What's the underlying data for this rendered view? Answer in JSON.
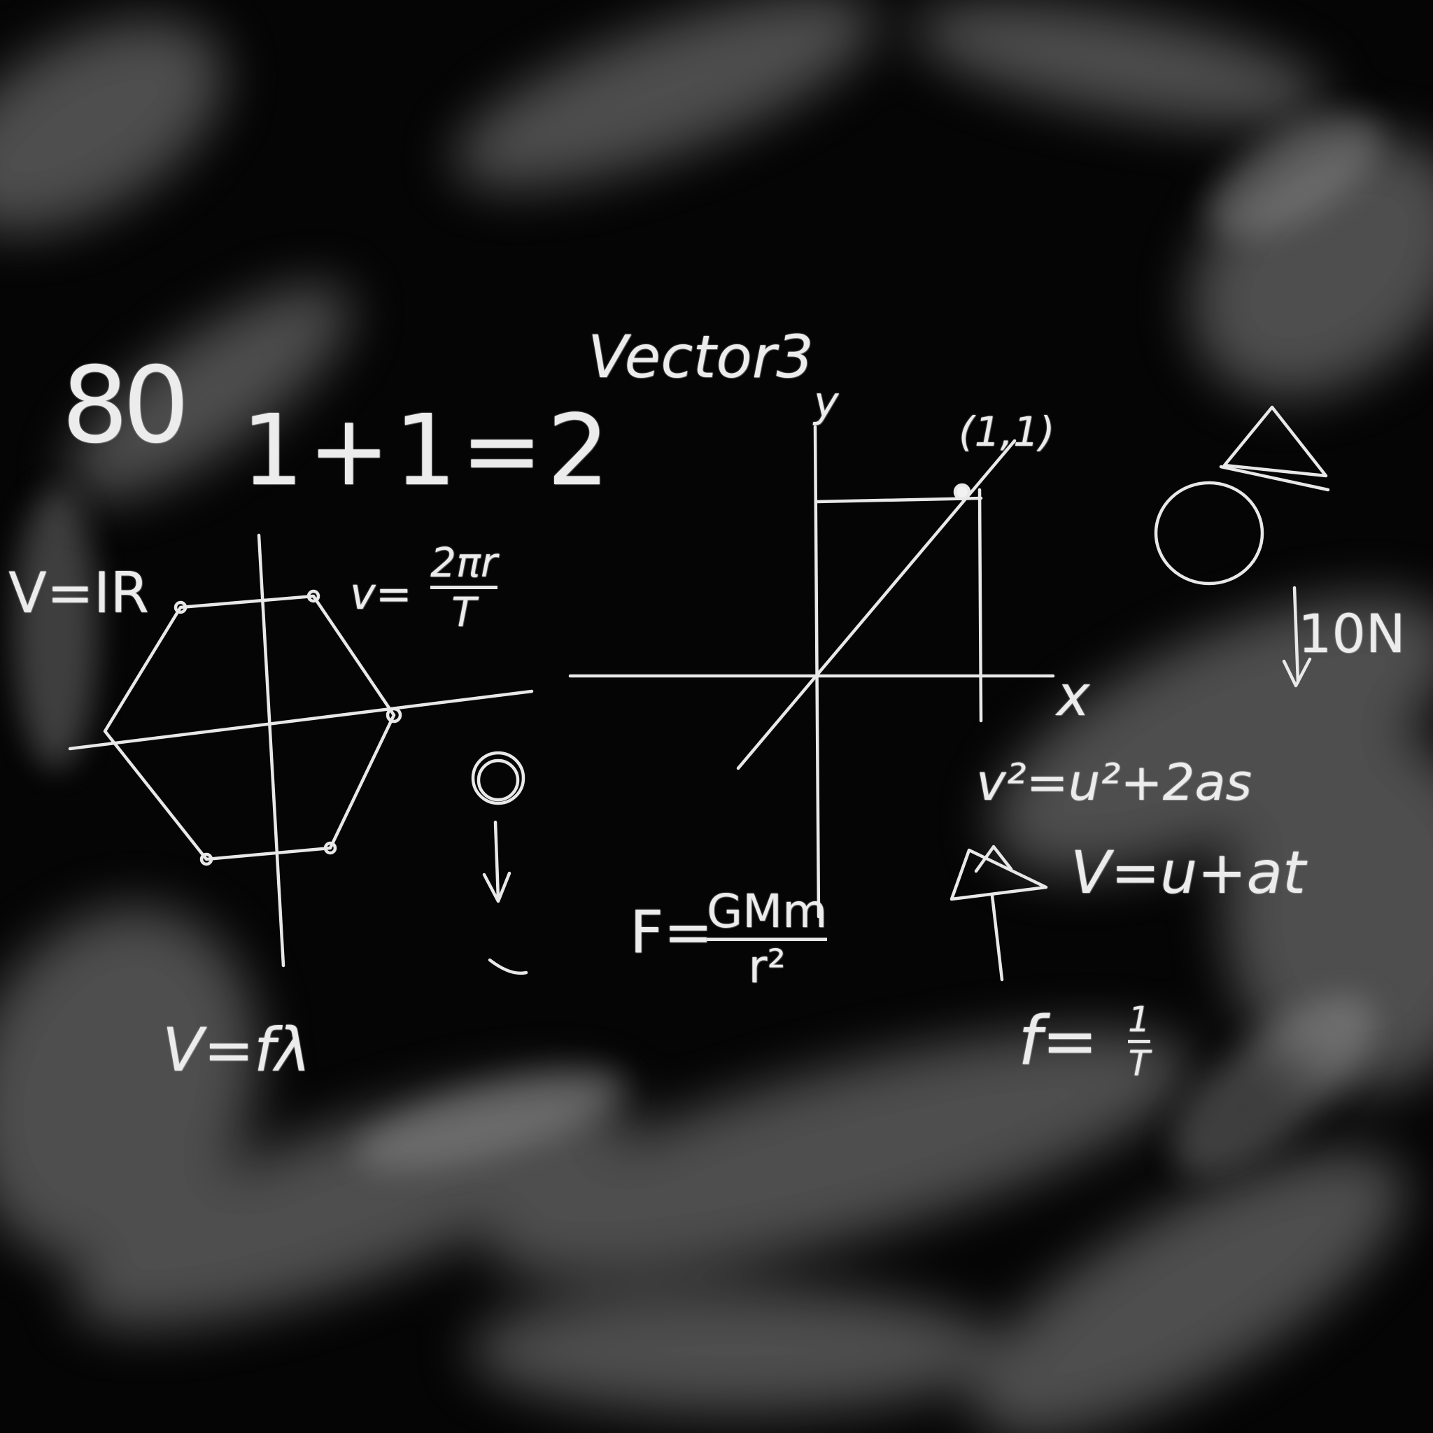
{
  "board": {
    "colors": {
      "background": "#050505",
      "chalk": "#ececec",
      "smudge": "#8a8a8a"
    },
    "num_80": "80",
    "eq_1plus1": "1+1=2",
    "vector_label": "Vector3",
    "y_axis_label": "y",
    "x_axis_label": "x",
    "point_label": "(1,1)",
    "eq_vir": "V=IR",
    "eq_circ": {
      "lhs": "v=",
      "num": "2πr",
      "den": "T"
    },
    "eq_wave": "V=fλ",
    "eq_grav": {
      "lhs": "F=",
      "num": "GMm",
      "den": "r²"
    },
    "eq_suvat1": "v²=u²+2as",
    "eq_suvat2": "V=u+at",
    "eq_freq": {
      "lhs": "f=",
      "num": "1",
      "den": "T"
    },
    "force_label": "10N"
  }
}
